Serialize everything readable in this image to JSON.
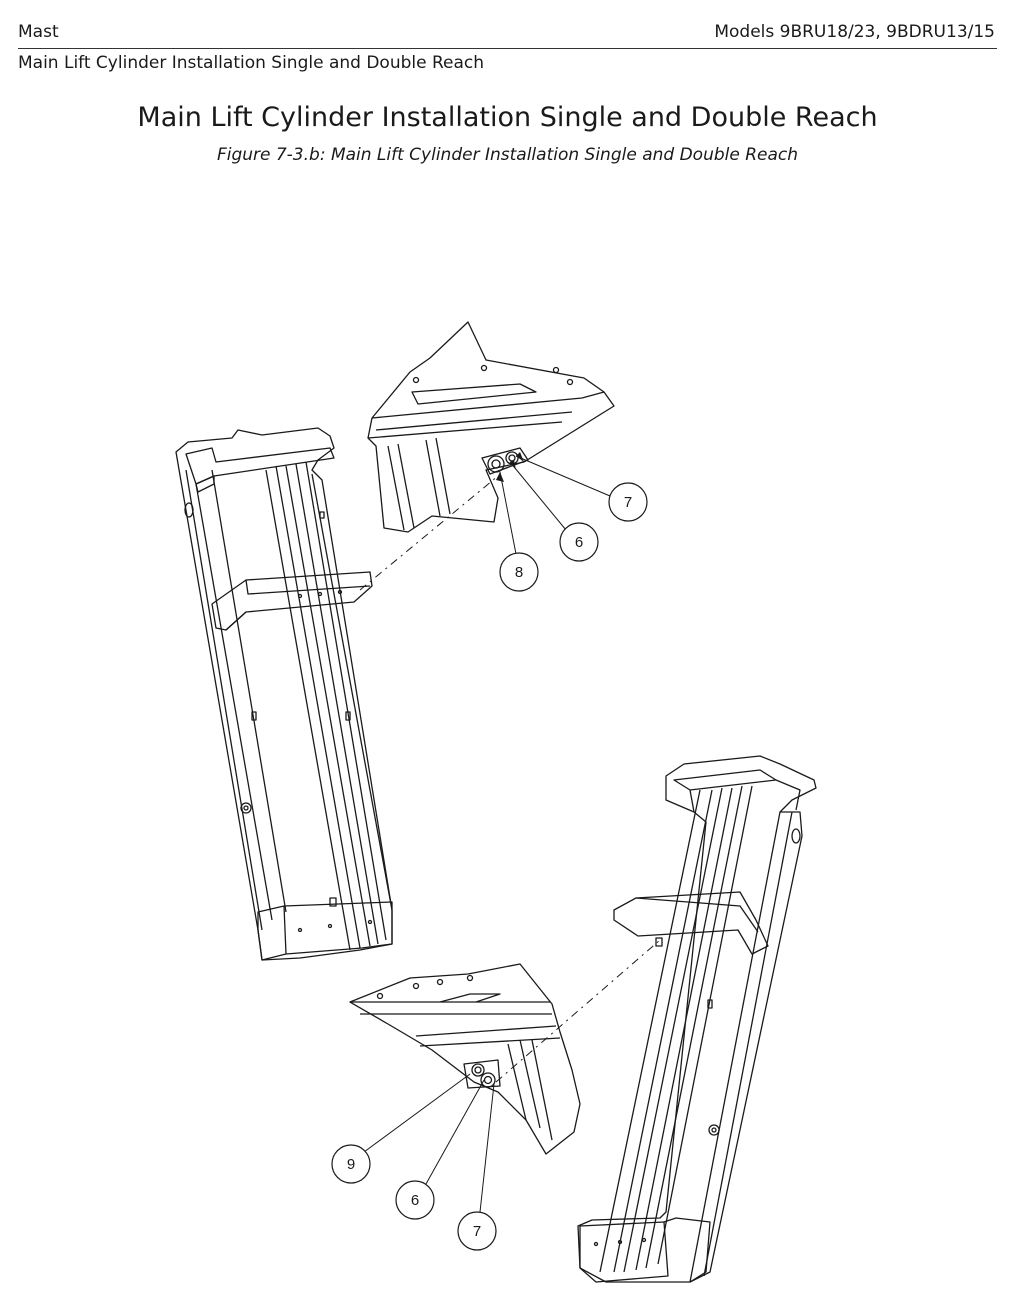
{
  "header": {
    "section": "Mast",
    "models": "Models 9BRU18/23, 9BDRU13/15",
    "subsection": "Main Lift Cylinder Installation Single and Double Reach"
  },
  "title": "Main Lift Cylinder Installation Single and Double Reach",
  "caption": "Figure 7-3.b: Main Lift Cylinder Installation Single and Double Reach",
  "callouts": {
    "top_7": "7",
    "top_6": "6",
    "top_8": "8",
    "bottom_9": "9",
    "bottom_6": "6",
    "bottom_7": "7"
  }
}
